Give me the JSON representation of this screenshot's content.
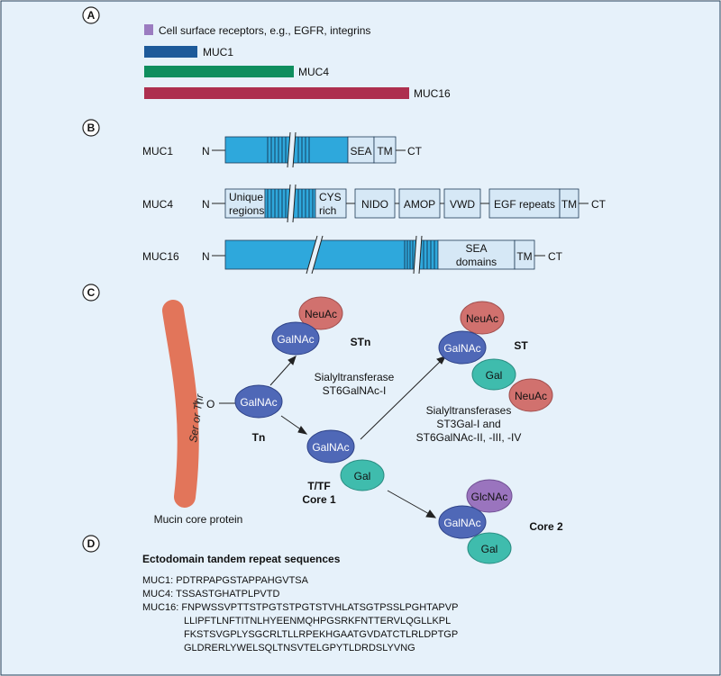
{
  "colors": {
    "background": "#e6f1fa",
    "border": "#1f3a55",
    "receptor": "#9b7cc0",
    "muc1": "#1d5a9a",
    "muc4": "#0f8e5e",
    "muc16": "#ad2f4f",
    "domain_blue": "#2ea8dc",
    "domain_light": "#d6e8f6",
    "galnac": "#4f68b7",
    "neuac": "#d1716e",
    "gal": "#3fbcad",
    "glcnac": "#9a74be",
    "core_protein": "#e2755a"
  },
  "panel_a": {
    "letter": "A",
    "receptor_label": "Cell surface receptors, e.g., EGFR, integrins",
    "muc1_label": "MUC1",
    "muc4_label": "MUC4",
    "muc16_label": "MUC16"
  },
  "panel_b": {
    "letter": "B",
    "n_terminus": "N",
    "c_terminus": "CT",
    "muc1": {
      "name": "MUC1",
      "sea": "SEA",
      "tm": "TM"
    },
    "muc4": {
      "name": "MUC4",
      "unique_line1": "Unique",
      "unique_line2": "regions",
      "cys_line1": "CYS",
      "cys_line2": "rich",
      "nido": "NIDO",
      "amop": "AMOP",
      "vwd": "VWD",
      "egf": "EGF repeats",
      "tm": "TM"
    },
    "muc16": {
      "name": "MUC16",
      "sea_line1": "SEA",
      "sea_line2": "domains",
      "tm": "TM"
    }
  },
  "panel_c": {
    "letter": "C",
    "core_protein_caption": "Mucin core protein",
    "ser_thr": "Ser or Thr",
    "o_link": "O",
    "galnac": "GalNAc",
    "neuac": "NeuAc",
    "gal": "Gal",
    "glcnac": "GlcNAc",
    "tn": "Tn",
    "stn": "STn",
    "st": "ST",
    "ttf_line1": "T/TF",
    "ttf_line2": "Core 1",
    "core2": "Core 2",
    "sialyl_single_line1": "Sialyltransferase",
    "sialyl_single_line2": "ST6GalNAc-I",
    "sialyl_multi_line1": "Sialyltransferases",
    "sialyl_multi_line2": "ST3Gal-I and",
    "sialyl_multi_line3": "ST6GalNAc-II, -III, -IV"
  },
  "panel_d": {
    "letter": "D",
    "title": "Ectodomain tandem repeat sequences",
    "muc1_line": "MUC1: PDTRPAPGSTAPPAHGVTSA",
    "muc4_line": "MUC4: TSSASTGHATPLPVTD",
    "muc16_line1": "MUC16: FNPWSSVPTTSTPGTSTPGTSTVHLATSGTPSSLPGHTAPVP",
    "muc16_line2": "LLIPFTLNFTITNLHYEENMQHPGSRKFNTTERVLQGLLKPL",
    "muc16_line3": "FKSTSVGPLYSGCRLTLLRPEKHGAATGVDATCTLRLDPTGP",
    "muc16_line4": "GLDRERLYWELSQLTNSVTELGPYTLDRDSLYVNG"
  }
}
